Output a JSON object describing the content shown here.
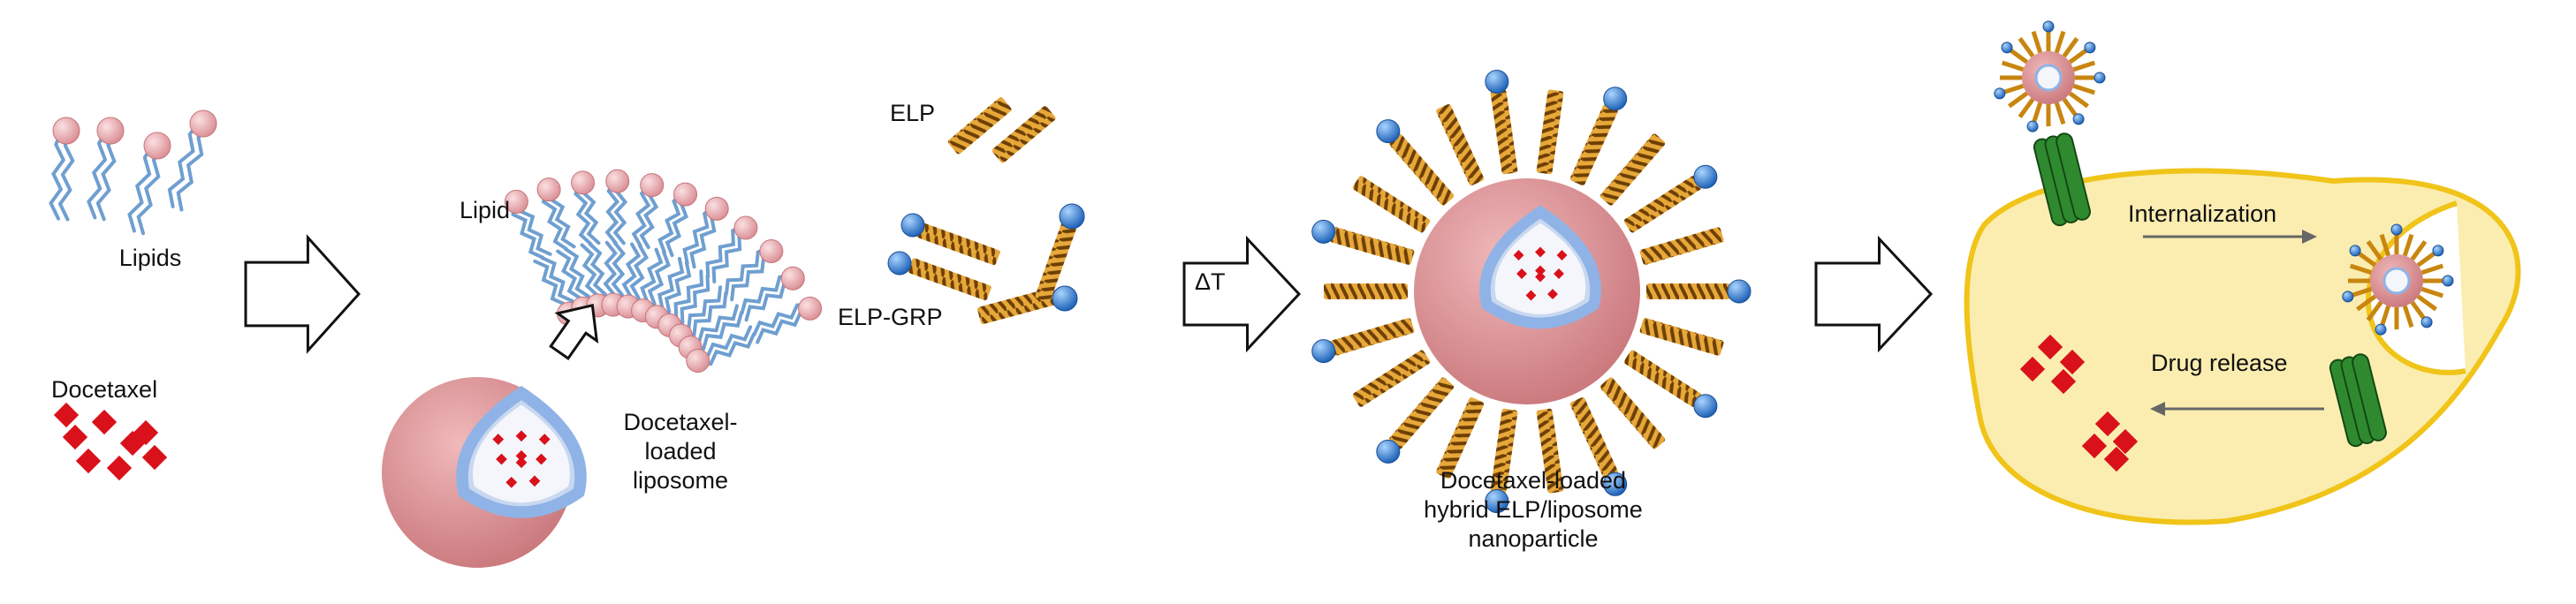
{
  "labels": {
    "lipids": "Lipids",
    "docetaxel": "Docetaxel",
    "lipid": "Lipid",
    "liposome": [
      "Docetaxel-",
      "loaded",
      "liposome"
    ],
    "elp": "ELP",
    "elp_grp": "ELP-GRP",
    "delta_t": "ΔT",
    "nanoparticle": [
      "Docetaxel-loaded",
      "hybrid ELP/liposome",
      "nanoparticle"
    ],
    "internalization": "Internalization",
    "drug_release": "Drug release"
  },
  "colors": {
    "lipid_head": "#e8a9ad",
    "lipid_tail": "#6f9fd0",
    "drug": "#d9111b",
    "elp_coil": "#c8860f",
    "elp_coil_dark": "#7a4a05",
    "grp_sphere": "#3d86d6",
    "liposome_body": "#d88a8d",
    "liposome_core_border": "#8fb3e6",
    "cell": "#fbedb0",
    "cell_border": "#f0c419",
    "receptor": "#2f8a2f"
  }
}
